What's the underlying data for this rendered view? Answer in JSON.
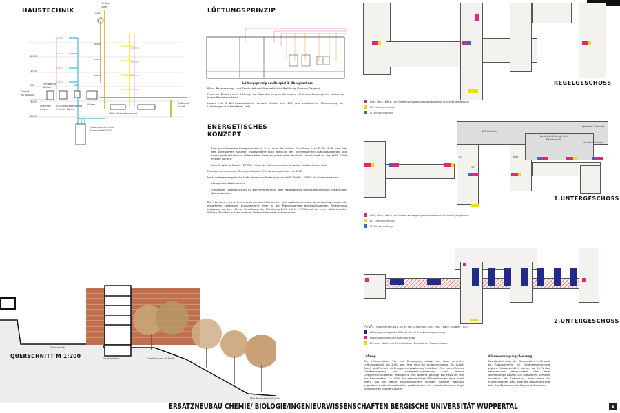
{
  "haustechnik": {
    "title": "HAUSTECHNIK",
    "levels": [
      "2.OG",
      "1.OG",
      "EG",
      "1.UG",
      "2.UG"
    ],
    "labels": {
      "roof": "FO über Dach",
      "wrg": "WRG",
      "dampf": "Dampf-versorgung",
      "fernwaerme": "Fernwärme station",
      "speicher": "Speicher-heizen",
      "grundlast": "Grundlastabdeckung Heizen, Kühlen",
      "wp": "WP",
      "kuehlen": "Kühlen",
      "sole": "Erdsonden­feld unter Bodenplatte 2.UG",
      "aussenluft": "Außenluft Abluft",
      "erdkanal": "WRG (Energiebrunnen)"
    }
  },
  "lueftung": {
    "title": "LÜFTUNGSPRINZIP",
    "caption": "Lüftungsprinzip am Beispiel 3. Obergeschoss",
    "paragraphs": [
      "Büro-, Besprechungs- und Seminarräume über natürliche Belüftung (Fenster/Klappen).",
      "Flure nur Zuluft (mech. Lüftung) zur Überströmung in die Labore (Unterdruckhaltung der Labore zu jedem Betriebszustand).",
      "Labore mit 3 Betriebszuständen: Achlauf, 8-fach und 4f-Z (zur zusätzlichen Minimierung der Luftmengen in arbeitsfreier Zeit)."
    ]
  },
  "energie": {
    "title_line1": "ENERGETISCHES",
    "title_line2": "KONZEPT",
    "paragraphs": [
      "Zum grundlegenden Energieverbrauch, d. h. auch die sichere Einhaltung nach EnEV 2009, kann bei dem konzipierten Konzept, insbesondere auch aufgrund des hocheffizienten Lüftungskonzepts und einem gebäudeinternen Wärme-Kälte-Verbundsystem eine deutliche Unterschreitung der EnEV 2009 erreicht werden.",
      "Zum EE-Wärme-Gesetz (EEWG): Folgende Faktoren wurden bewertet und berücksichtigt.",
      "Fernwärmeversorgung (Dampf) mit einem Primärenergiefaktor von 0,70",
      "Noch weitere energetische Maßnahmen zur Einhaltung von EnEV 2009 + EEWG als Gesamtheit sind:",
      "Absorptionskältemaschine",
      "Erdsonden: Energienutzung für Wärmeversorgung über Wärmepumpe und Kälteerzeugung mittels über Wärmetauscher",
      "Die eventuell erforderlichen ergänzenden Maßnahmen sind gebäudetechnisch berücksichtigt, sowie die erwarteten Leistungen entsprechend einer in der Planungsphase durchzuführenden Berechnung festgelegt werden. Mit der Umsetzung der Einhaltung EnEV 2009 + EEWG auf der einen Seite und der Wirtschaftlichkeit auf der anderen Seite mit bauseits werden sollen."
    ]
  },
  "plans": {
    "regelgeschoss": {
      "title": "REGELGESCHOSS",
      "legend": [
        "Luft-, Heiz-, Kälte- und Medienversorgung abgeschlossene Schächte (begehbar)",
        "ELT Unterverteilung",
        "IT Unterverteilung"
      ]
    },
    "ug1": {
      "title": "1.UNTERGESCHOSS",
      "rooms": [
        "ELT Zentrale",
        "Zentrale Lüftung Heiz-Kältetechnik",
        "Sprinkler Zentrale",
        "Medien Zentrale",
        "ELT",
        "ELT",
        "RÜK"
      ],
      "legend": [
        "Luft-, Heiz-, Kälte- und Medienversorgung abgeschlossene Schächte (begehbar)",
        "ELT Unterverteilung",
        "IT Unterverteilung"
      ]
    },
    "ug2": {
      "title": "2.UNTERGESCHOSS",
      "legend": [
        "Hauptverteilung 2.UG zu den Schächten (Luft - Heiz - Kälte - Medien - ELT)",
        "Lüftungszentralgeräte EG und 4B mit Energierückgewinnung",
        "Hauptschächte durch alle Geschosse",
        "ELT oder Stark- und Schwachstrom Zuluftzonen Treppenhäuser"
      ]
    }
  },
  "texts": {
    "lueftung_title": "Lüftung",
    "lueftung_body": "Die Lufttechnische Ver- und Entsorgung erfolgt aus einer zentralen Lüftungstechnik im 2.UG aus. Hier sind die Anlagensysteme für Zuluft, Abluft und Fortluft mit Energierückgewinnung installiert. Eine hocheffiziente Geräteauslegung mit Energierückgewinnung und kleinen Luftgeschwindigkeiten ermöglicht eine äußerst geringe Wärmezufuhr aus der Infrastruktur. Ca. 80% der erforderlichen Wärme-Energie kann somit intern aus der Abluft zurückgewonnen werden. Gezielte Wartung, begehbare Installationsschächte gewährleisten ein wirtschaftliches und gut zugängliches Anlagensystem.",
    "waerme_title": "Wärmeversorgung / Heizung",
    "waerme_body": "Das Bauteil unter der Bodenplatte 2.UG wird als Erdsondenfeld für Geothermienutzung geplant. Voraussichtlich werden ca. 60 % des erforderlichen Jahresbedarfs über eine Wärmepumpe heizen. Die Fernwärme versorgt zusätzlich die Spitzenlast, denn diese ist eingeschlossen, dass auch die Gesamtleistung über das System zur Verfügung stehen kann."
  },
  "section": {
    "title": "QUERSCHNITT M 1:200",
    "labels": [
      "Gaußstraße",
      "Ersatzneubau",
      "Gewächshaus Botanik",
      "Max-Horkheimer-Straße"
    ]
  },
  "footer": {
    "title": "ERSATZNEUBAU CHEMIE/ BIOLOGIE/INGENIEURWISSENSCHAFTEN BERGISCHE UNIVERSITÄT WUPPERTAL",
    "page": "6"
  },
  "colors": {
    "shaft": "#e0287a",
    "elt": "#e8e000",
    "it": "#2a6fc0",
    "lab": "#222a8a"
  }
}
